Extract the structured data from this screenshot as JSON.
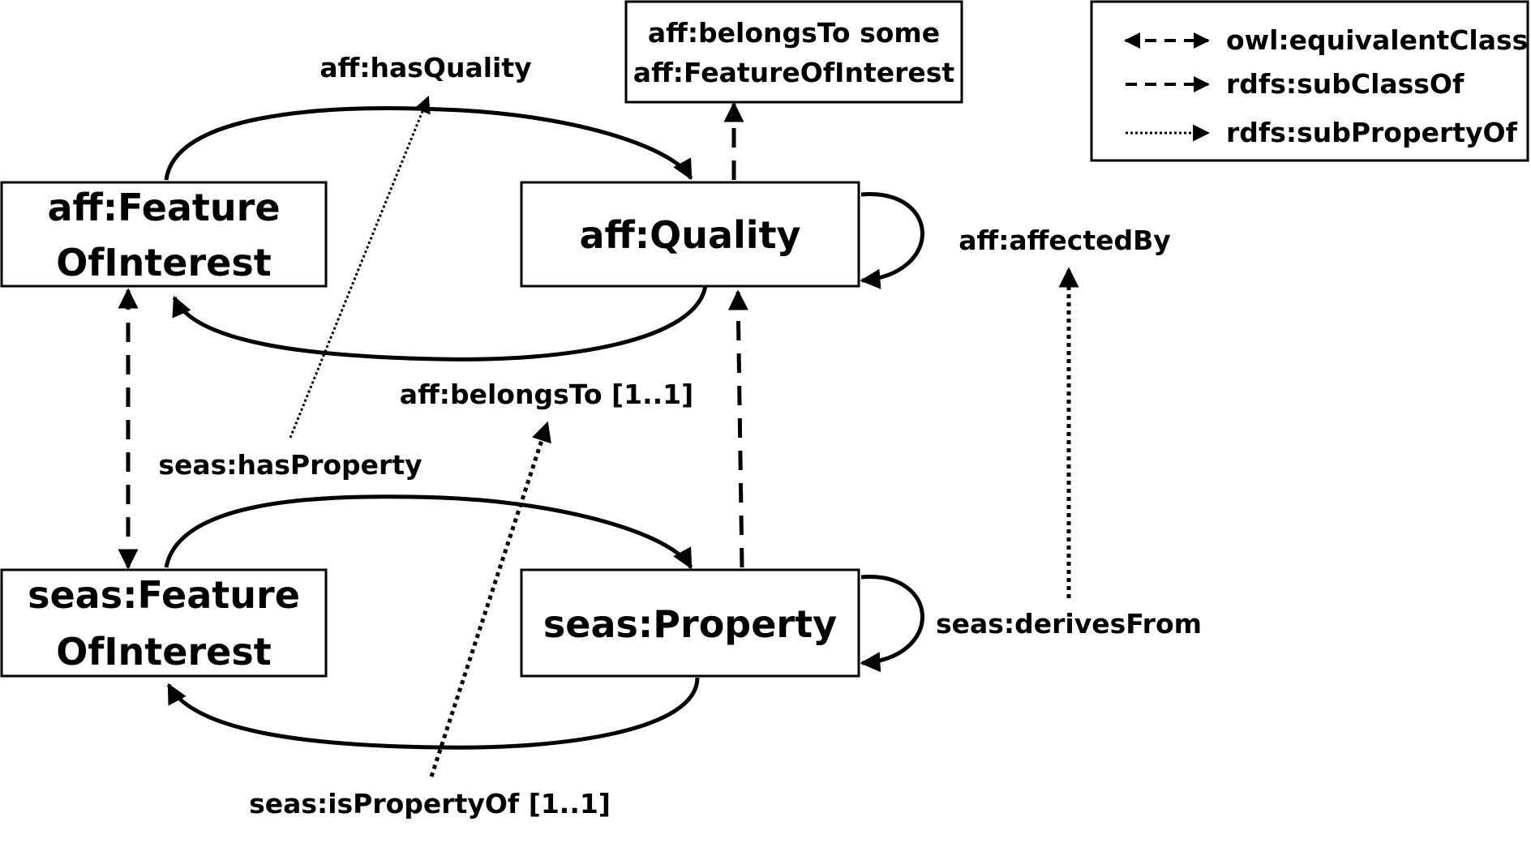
{
  "classes": {
    "aff_foi": {
      "line1": "aff:Feature",
      "line2": "OfInterest"
    },
    "aff_quality": {
      "label": "aff:Quality"
    },
    "seas_foi": {
      "line1": "seas:Feature",
      "line2": "OfInterest"
    },
    "seas_property": {
      "label": "seas:Property"
    },
    "restriction": {
      "line1": "aff:belongsTo some",
      "line2": "aff:FeatureOfInterest"
    }
  },
  "relations": {
    "aff_has_quality": "aff:hasQuality",
    "aff_belongs_to": "aff:belongsTo [1..1]",
    "aff_affected_by": "aff:affectedBy",
    "seas_has_property": "seas:hasProperty",
    "seas_is_property_of": "seas:isPropertyOf [1..1]",
    "seas_derives_from": "seas:derivesFrom"
  },
  "legend": {
    "equivalent_class": "owl:equivalentClass",
    "sub_class_of": "rdfs:subClassOf",
    "sub_property_of": "rdfs:subPropertyOf"
  }
}
